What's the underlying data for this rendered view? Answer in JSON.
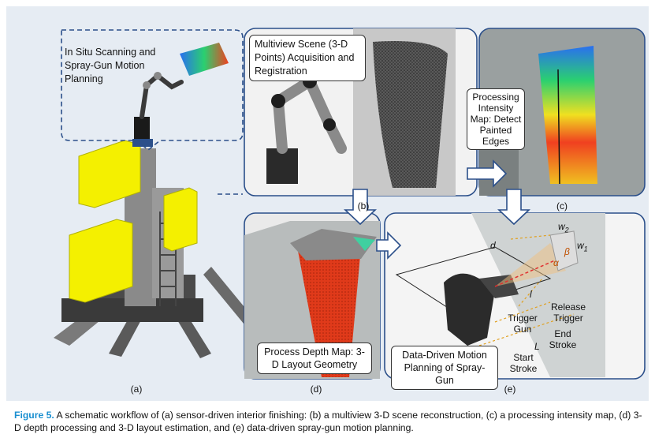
{
  "panels": {
    "a": {
      "label": "(a)",
      "callout": "In Situ Scanning and Spray-Gun Motion Planning"
    },
    "b": {
      "label": "(b)",
      "callout": "Multiview Scene (3-D Points) Acquisition and Registration"
    },
    "c": {
      "label": "(c)",
      "callout": "Processing Intensity Map: Detect Painted Edges"
    },
    "d": {
      "label": "(d)",
      "callout": "Process Depth Map: 3-D Layout Geometry"
    },
    "e": {
      "label": "(e)",
      "callout": "Data-Driven Motion Planning of Spray-Gun",
      "annotations": {
        "d": "d",
        "w2": "w",
        "w2_sub": "2",
        "w1": "w",
        "w1_sub": "1",
        "beta": "β",
        "alpha": "α",
        "l": "l",
        "L": "L",
        "release_trigger": "Release Trigger",
        "trigger_gun": "Trigger Gun",
        "end_stroke": "End Stroke",
        "start_stroke": "Start Stroke"
      }
    }
  },
  "caption": {
    "figure_ref": "Figure 5.",
    "text": "A schematic workflow of (a) sensor-driven interior finishing: (b) a multiview 3-D scene reconstruction, (c) a processing intensity map, (d) 3-D depth processing and 3-D layout estimation, and (e) data-driven spray-gun motion planning."
  },
  "colors": {
    "figure_ref": "#1a8fd0",
    "panel_border": "#2b4f8a",
    "robot_yellow": "#f4f000",
    "depth_red": "#e03a1a",
    "panel_bg": "#e6ecf3"
  }
}
